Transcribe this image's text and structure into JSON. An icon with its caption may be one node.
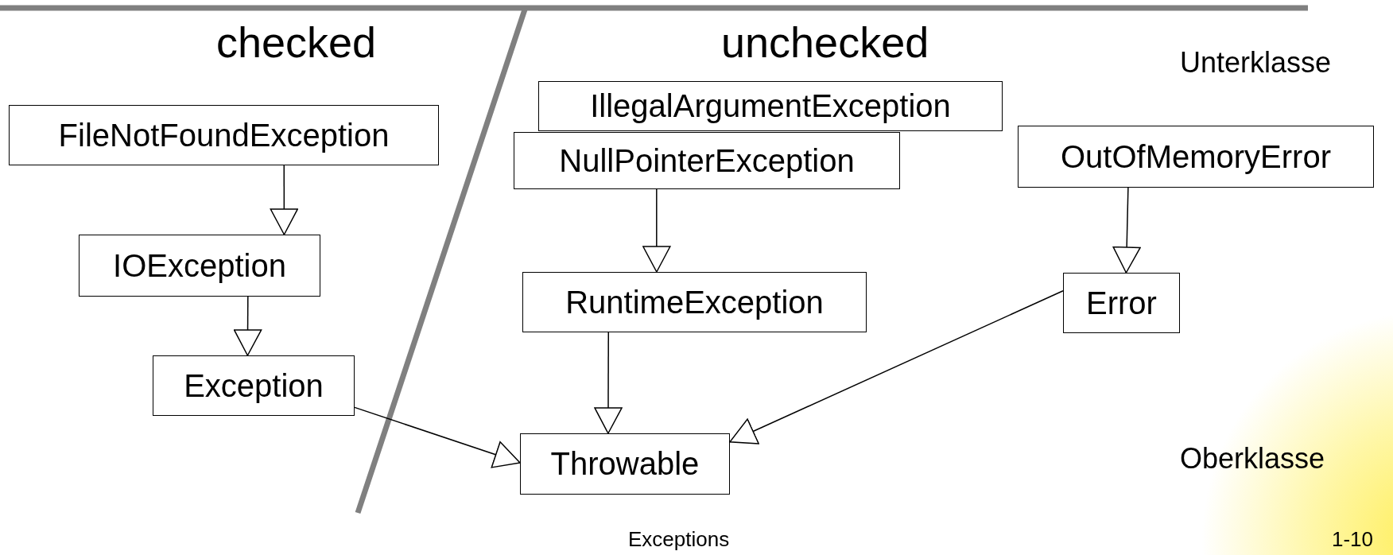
{
  "diagram": {
    "nodes": [
      {
        "text": [
          "FileNotFoundException"
        ]
      },
      {
        "text": [
          "IOException"
        ]
      },
      {
        "text": [
          "Exception"
        ]
      },
      {
        "text": [
          "IllegalArgumentException"
        ]
      },
      {
        "text": [
          "NullPointerException"
        ]
      },
      {
        "text": [
          "OutOfMemoryError"
        ]
      },
      {
        "text": [
          "RuntimeException"
        ]
      },
      {
        "text": [
          "Error"
        ]
      },
      {
        "text": [
          "Throwable"
        ]
      }
    ],
    "edges": [
      {
        "from": 0,
        "to": 1,
        "arrow": "to"
      },
      {
        "from": 1,
        "to": 2,
        "arrow": "to"
      },
      {
        "from": 2,
        "to": 8,
        "arrow": "to"
      },
      {
        "from": 4,
        "to": 6,
        "arrow": "to"
      },
      {
        "from": 6,
        "to": 8,
        "arrow": "to"
      },
      {
        "from": 5,
        "to": 7,
        "arrow": "to"
      },
      {
        "from": 7,
        "to": 8,
        "arrow": "to"
      }
    ],
    "labels": [
      "checked",
      "unchecked",
      "Unterklasse",
      "Oberklasse",
      "Exceptions",
      "1-10"
    ]
  }
}
